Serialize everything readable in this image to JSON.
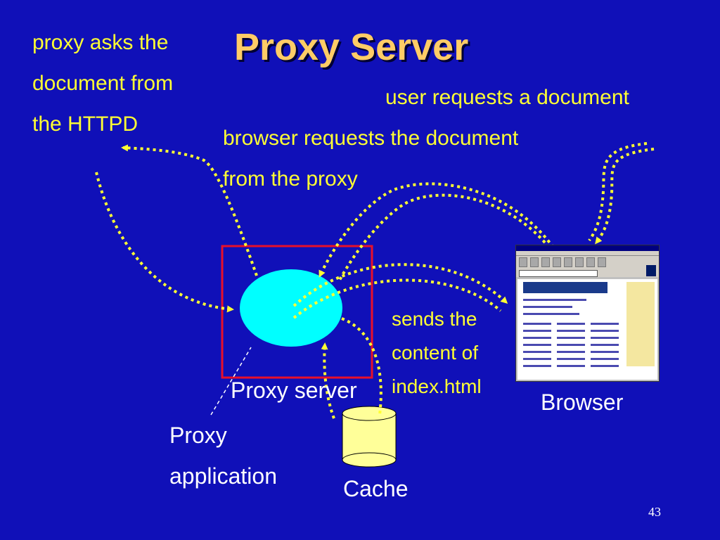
{
  "title": "Proxy Server",
  "notes": {
    "proxy_asks": [
      "proxy asks the",
      "document from",
      "the HTTPD"
    ],
    "user_requests": "user requests a document",
    "browser_requests": [
      "browser requests the document",
      "from the proxy"
    ],
    "sends_content": [
      "sends the",
      "content of",
      "index.html"
    ]
  },
  "labels": {
    "proxy_server": "Proxy server",
    "proxy_application": [
      "Proxy",
      "application"
    ],
    "cache": "Cache",
    "browser": "Browser"
  },
  "page_number": "43",
  "colors": {
    "background": "#1010b8",
    "title": "#ffcc66",
    "note_text": "#ffff33",
    "label_text": "#ffffff",
    "arrow": "#ffff33",
    "proxy_box": "#e8102a",
    "proxy_ellipse": "#00ffff",
    "cache_cylinder": "#ffff99"
  }
}
